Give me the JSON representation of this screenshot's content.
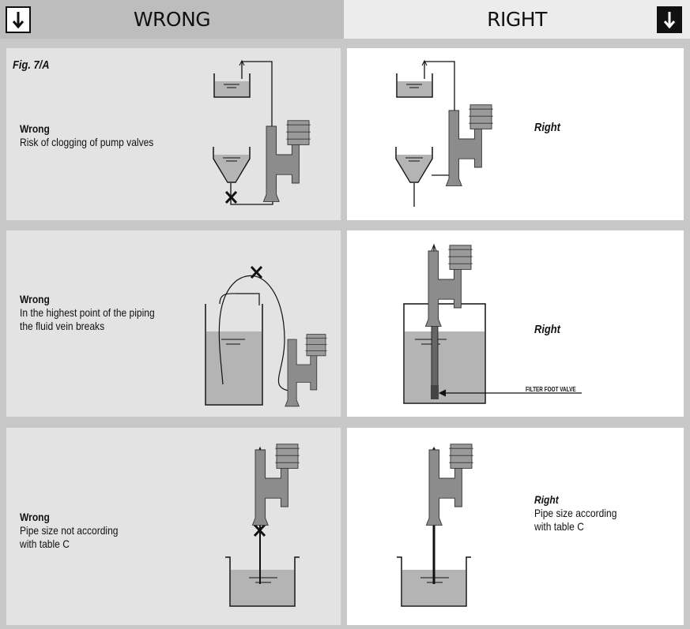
{
  "header": {
    "wrong_title": "WRONG",
    "right_title": "RIGHT",
    "arrow_icon": "down-arrow-icon"
  },
  "figure_label": "Fig. 7/A",
  "rows": [
    {
      "wrong": {
        "heading": "Wrong",
        "lines": [
          "Risk of clogging of pump valves"
        ]
      },
      "right": {
        "heading": "Right",
        "lines": []
      }
    },
    {
      "wrong": {
        "heading": "Wrong",
        "lines": [
          "In the highest point of the piping",
          "the fluid vein breaks"
        ]
      },
      "right": {
        "heading": "Right",
        "lines": [],
        "annotation": "FILTER FOOT VALVE"
      }
    },
    {
      "wrong": {
        "heading": "Wrong",
        "lines": [
          "Pipe size not according",
          "with table C"
        ]
      },
      "right": {
        "heading": "Right",
        "lines": [
          "Pipe size according",
          "with table C"
        ]
      }
    }
  ],
  "colors": {
    "wrong_panel": "#e3e3e3",
    "right_panel": "#ffffff",
    "fluid": "#b4b4b4",
    "pump": "#8c8c8c",
    "line": "#111111"
  }
}
